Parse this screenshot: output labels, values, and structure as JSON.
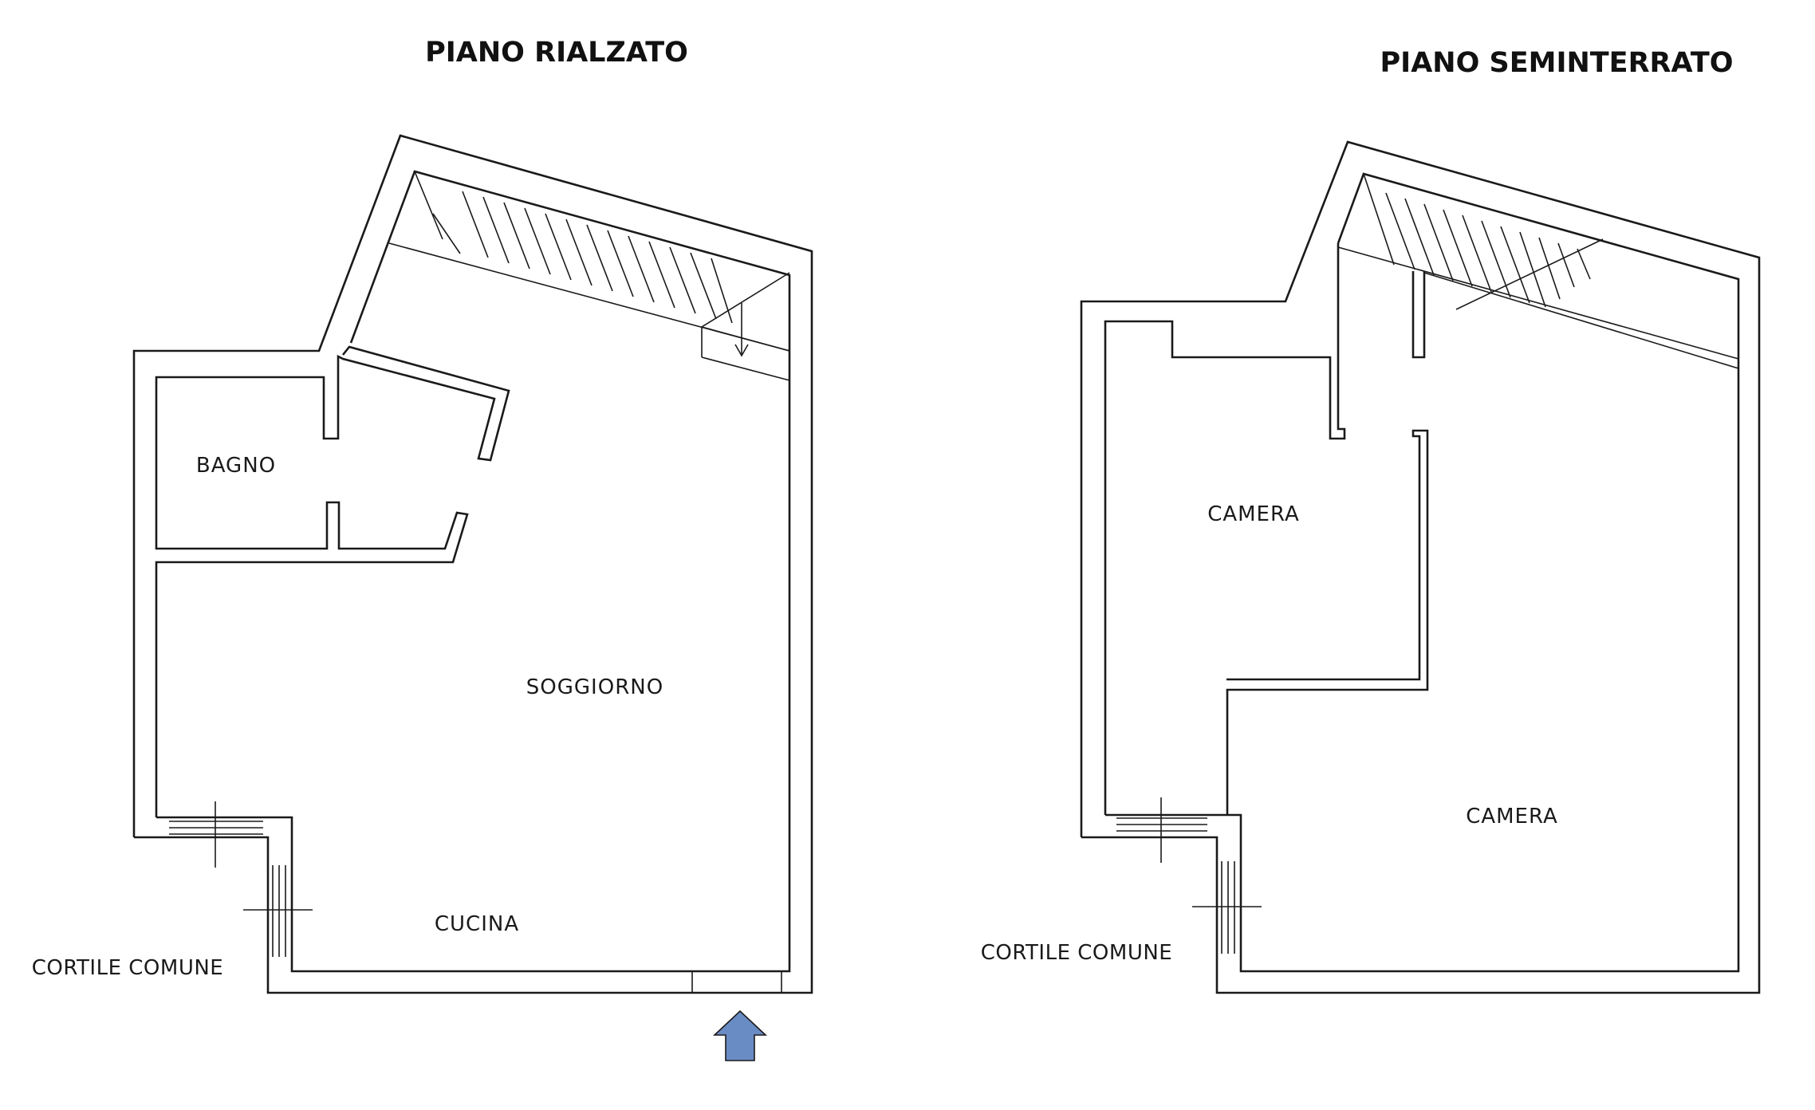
{
  "plans": {
    "ground_floor": {
      "title": "PIANO RIALZATO",
      "rooms": {
        "bathroom": "BAGNO",
        "living_room": "SOGGIORNO",
        "kitchen": "CUCINA"
      },
      "courtyard": "CORTILE COMUNE"
    },
    "basement": {
      "title": "PIANO SEMINTERRATO",
      "rooms": {
        "bedroom_1": "CAMERA",
        "bedroom_2": "CAMERA"
      },
      "courtyard": "CORTILE COMUNE"
    }
  },
  "colors": {
    "wall": "#1a1a1a",
    "entrance_arrow": "#6a8cc4"
  },
  "icons": {
    "entrance": "up-arrow-icon"
  }
}
